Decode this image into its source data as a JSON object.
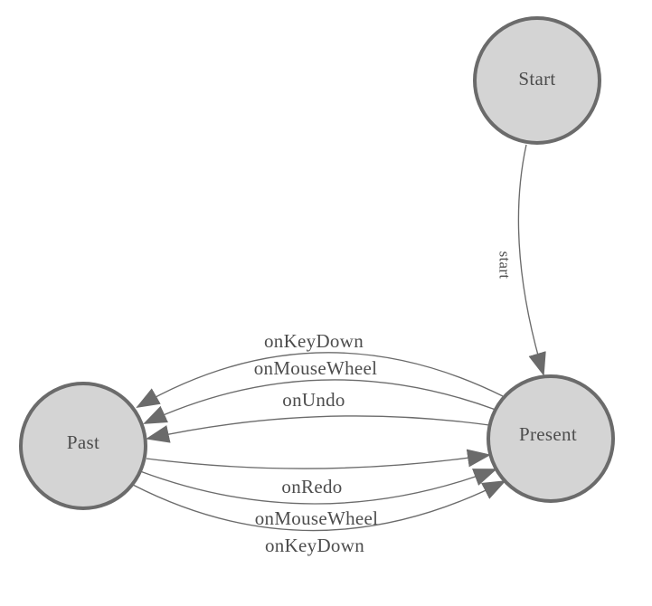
{
  "diagram": {
    "type": "state-machine",
    "nodes": [
      {
        "id": "start",
        "label": "Start"
      },
      {
        "id": "present",
        "label": "Present"
      },
      {
        "id": "past",
        "label": "Past"
      }
    ],
    "edges": [
      {
        "from": "start",
        "to": "present",
        "label": "start"
      },
      {
        "from": "present",
        "to": "past",
        "label": "onKeyDown"
      },
      {
        "from": "present",
        "to": "past",
        "label": "onMouseWheel"
      },
      {
        "from": "present",
        "to": "past",
        "label": "onUndo"
      },
      {
        "from": "past",
        "to": "present",
        "label": "onRedo"
      },
      {
        "from": "past",
        "to": "present",
        "label": "onMouseWheel"
      },
      {
        "from": "past",
        "to": "present",
        "label": "onKeyDown"
      }
    ],
    "colors": {
      "background": "#ffffff",
      "node_fill": "#d4d4d4",
      "node_stroke": "#6b6b6b",
      "edge": "#6b6b6b",
      "text": "#4d4d4d"
    }
  }
}
